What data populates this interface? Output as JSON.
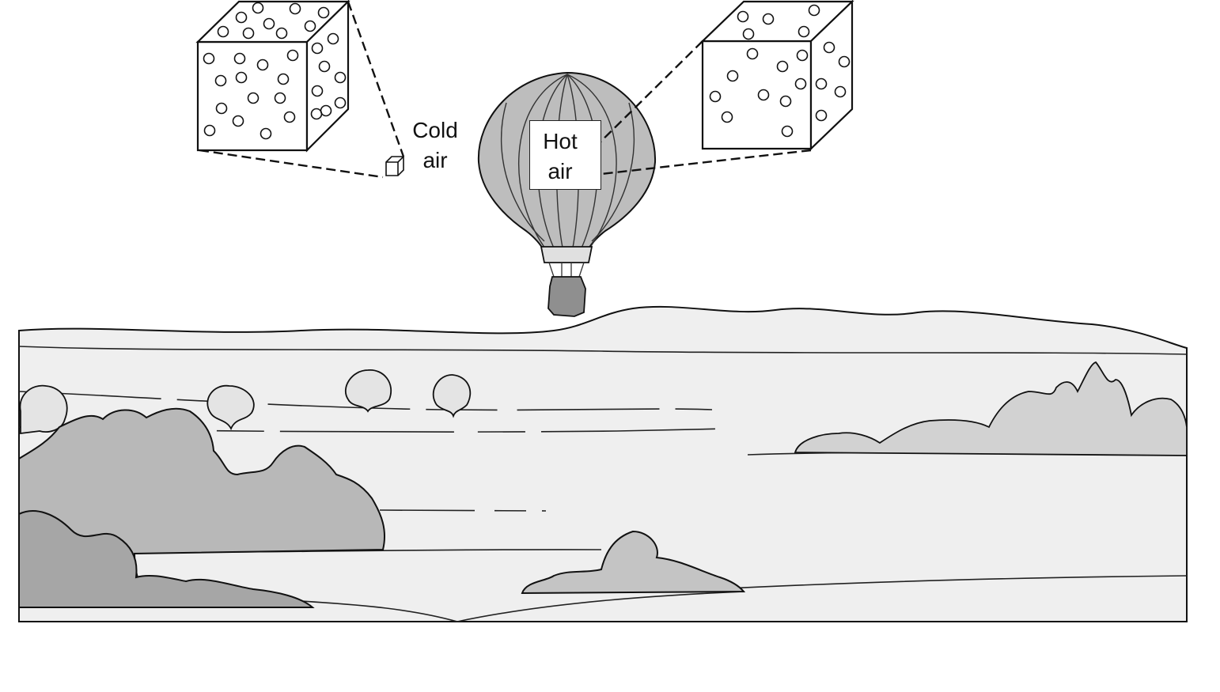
{
  "labels": {
    "cold_line1": "Cold",
    "cold_line2": "air",
    "hot_line1": "Hot",
    "hot_line2": "air"
  },
  "colors": {
    "ground": "#efefef",
    "balloon": "#bdbdbd",
    "trees": "#a8a8a8",
    "trees_light": "#c7c7c7",
    "outline": "#111111"
  },
  "icons": {
    "cold_cube": "cube-with-molecules-icon",
    "hot_cube": "cube-with-molecules-icon"
  }
}
